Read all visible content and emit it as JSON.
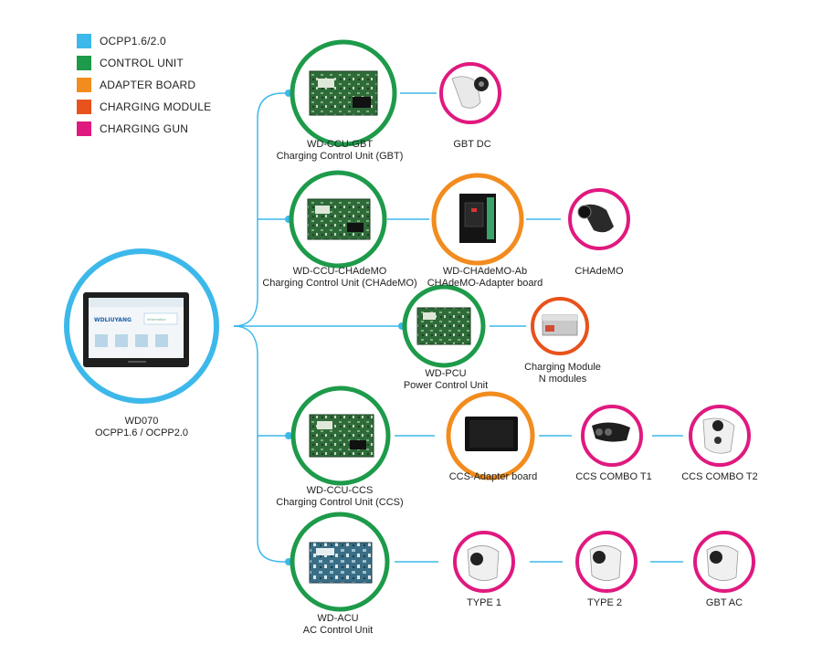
{
  "colors": {
    "ocpp": "#3db8ea",
    "control": "#1d9a4a",
    "adapter": "#f28c1e",
    "module": "#e8521c",
    "gun": "#e0197f"
  },
  "legend": [
    {
      "label": "OCPP1.6/2.0",
      "color": "#3db8ea"
    },
    {
      "label": "CONTROL UNIT",
      "color": "#1d9a4a"
    },
    {
      "label": "ADAPTER BOARD",
      "color": "#f28c1e"
    },
    {
      "label": "CHARGING MODULE",
      "color": "#e8521c"
    },
    {
      "label": "CHARGING GUN",
      "color": "#e0197f"
    }
  ],
  "main": {
    "line1": "WD070",
    "line2": "OCPP1.6 / OCPP2.0",
    "screen_brand": "WDLIUYANG",
    "screen_panel": "Information"
  },
  "nodes": {
    "ccu_gbt": {
      "line1": "WD-CCU-GBT",
      "line2": "Charging Control Unit (GBT)"
    },
    "gbt_dc": {
      "line1": "GBT DC"
    },
    "ccu_chademo": {
      "line1": "WD-CCU-CHAdeMO",
      "line2": "Charging Control Unit (CHAdeMO)"
    },
    "chademo_ab": {
      "line1": "WD-CHAdeMO-Ab",
      "line2": "CHAdeMO-Adapter board"
    },
    "chademo": {
      "line1": "CHAdeMO"
    },
    "pcu": {
      "line1": "WD-PCU",
      "line2": "Power Control Unit"
    },
    "module": {
      "line1": "Charging Module",
      "line2": "N modules"
    },
    "ccu_ccs": {
      "line1": "WD-CCU-CCS",
      "line2": "Charging Control Unit (CCS)"
    },
    "ccs_ab": {
      "line1": "CCS-Adapter board"
    },
    "ccs_t1": {
      "line1": "CCS COMBO  T1"
    },
    "ccs_t2": {
      "line1": "CCS COMBO  T2"
    },
    "acu": {
      "line1": "WD-ACU",
      "line2": "AC Control Unit"
    },
    "type1": {
      "line1": "TYPE 1"
    },
    "type2": {
      "line1": "TYPE 2"
    },
    "gbt_ac": {
      "line1": "GBT  AC"
    }
  }
}
